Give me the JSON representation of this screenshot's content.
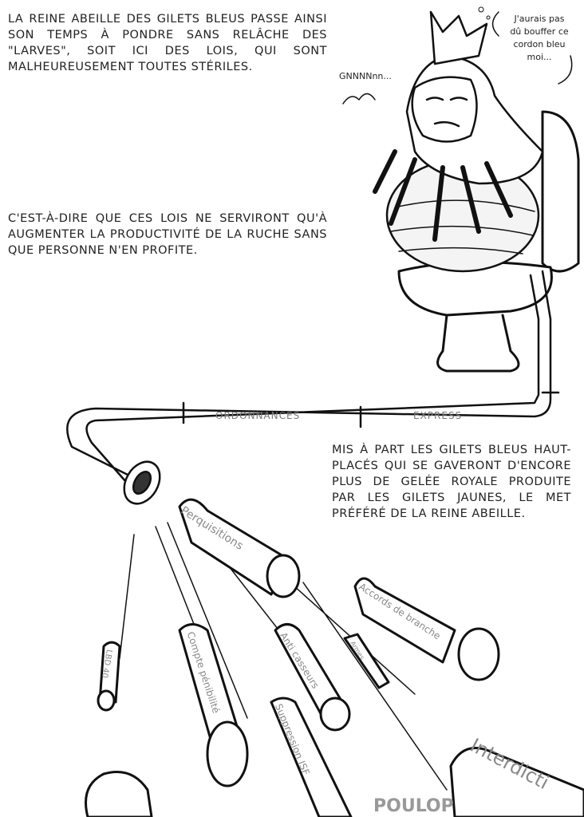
{
  "captions": {
    "top": "La reine abeille des gilets bleus passe ainsi son temps à pondre sans relâche des \"larves\", soit ici des lois, qui sont malheureusement toutes stériles.",
    "middle": "C'est-à-dire que ces lois ne serviront qu'à augmenter la productivité de la ruche sans que personne n'en profite.",
    "bottom": "Mis à part les gilets bleus haut-placés qui se gaveront d'encore plus de gelée royale produite par les gilets jaunes, le met préféré de la reine abeille."
  },
  "speech": {
    "thought_line1": "J'aurais pas",
    "thought_line2": "dû bouffer ce",
    "thought_line3": "cordon bleu",
    "thought_line4": "moi...",
    "grunt": "GNNNNnn..."
  },
  "pipe": {
    "label1": "ORDONNANCES",
    "label2": "EXPRESS"
  },
  "scrolls": [
    "Perquisitions",
    "Accords de branche",
    "LBD 40",
    "Compte pénibilité",
    "Anti casseurs",
    "Armes",
    "Suppression ISF",
    "Interdicti"
  ],
  "signature": "POULOP"
}
